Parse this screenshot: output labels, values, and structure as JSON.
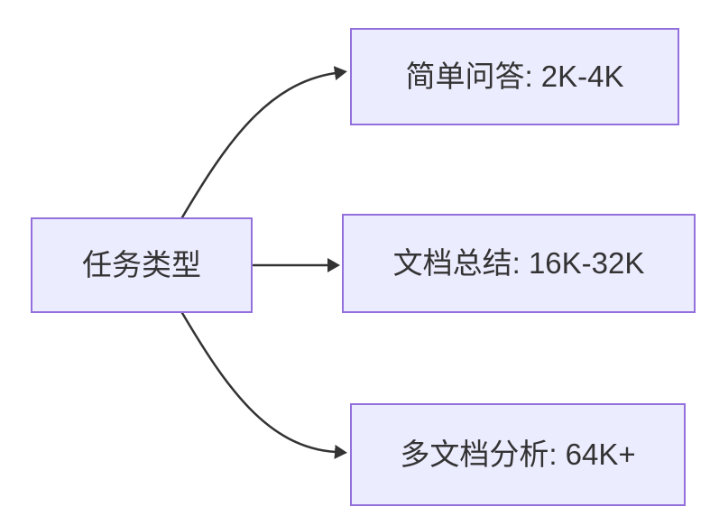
{
  "theme": {
    "background": "#ffffff",
    "node_fill": "#ececff",
    "node_border": "#9370db",
    "edge_color": "#333333",
    "text_color": "#333333"
  },
  "diagram": {
    "type": "flowchart",
    "direction": "left-to-right",
    "nodes": [
      {
        "id": "task-type",
        "label": "任务类型"
      },
      {
        "id": "simple-qa",
        "label": "简单问答: 2K-4K"
      },
      {
        "id": "doc-summary",
        "label": "文档总结: 16K-32K"
      },
      {
        "id": "multi-doc",
        "label": "多文档分析: 64K+"
      }
    ],
    "edges": [
      {
        "from": "task-type",
        "to": "simple-qa"
      },
      {
        "from": "task-type",
        "to": "doc-summary"
      },
      {
        "from": "task-type",
        "to": "multi-doc"
      }
    ]
  }
}
